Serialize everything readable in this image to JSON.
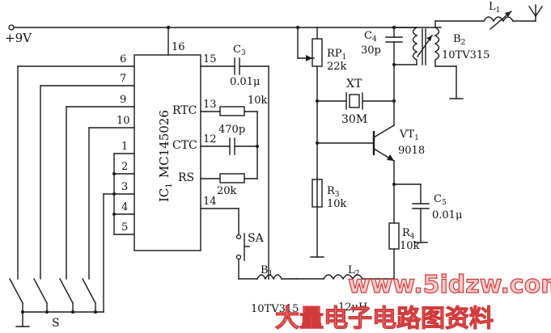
{
  "supply": "+9V",
  "ic": {
    "ref": "IC",
    "ref_sub": "1",
    "part": "MC145026",
    "pins": {
      "p16": "16",
      "p15": "15",
      "p13": "13",
      "p12": "12",
      "p14": "14",
      "p6": "6",
      "p7": "7",
      "p9": "9",
      "p10": "10",
      "p1": "1",
      "p2": "2",
      "p3": "3",
      "p4": "4",
      "p5": "5"
    },
    "pin_names": {
      "rtc": "RTC",
      "ctc": "CTC",
      "rs": "RS"
    }
  },
  "components": {
    "c3": {
      "name": "C",
      "sub": "3",
      "value": "0.01μ"
    },
    "r_rtc": {
      "value": "10k"
    },
    "c_ctc": {
      "value": "470p"
    },
    "r_rs": {
      "value": "20k"
    },
    "rp1": {
      "name": "RP",
      "sub": "1",
      "value": "22k"
    },
    "xt": {
      "name": "XT",
      "value": "30M"
    },
    "c4": {
      "name": "C",
      "sub": "4",
      "value": "30p"
    },
    "b2": {
      "name": "B",
      "sub": "2",
      "value": "10TV315"
    },
    "l1": {
      "name": "L",
      "sub": "1"
    },
    "vt1": {
      "name": "VT",
      "sub": "1",
      "value": "9018"
    },
    "r3": {
      "name": "R",
      "sub": "3",
      "value": "10k"
    },
    "c5": {
      "name": "C",
      "sub": "5",
      "value": "0.01μ"
    },
    "r4": {
      "name": "R",
      "sub": "4",
      "value": "10k"
    },
    "sa": {
      "name": "SA"
    },
    "b1": {
      "name": "B",
      "sub": "1",
      "value": "10TV315"
    },
    "l2": {
      "name": "L",
      "sub": "2",
      "value": "12μH"
    },
    "s": {
      "name": "S"
    }
  },
  "watermark": {
    "site": "www.5idzw.com",
    "cn": "大量电子电路图资料"
  }
}
